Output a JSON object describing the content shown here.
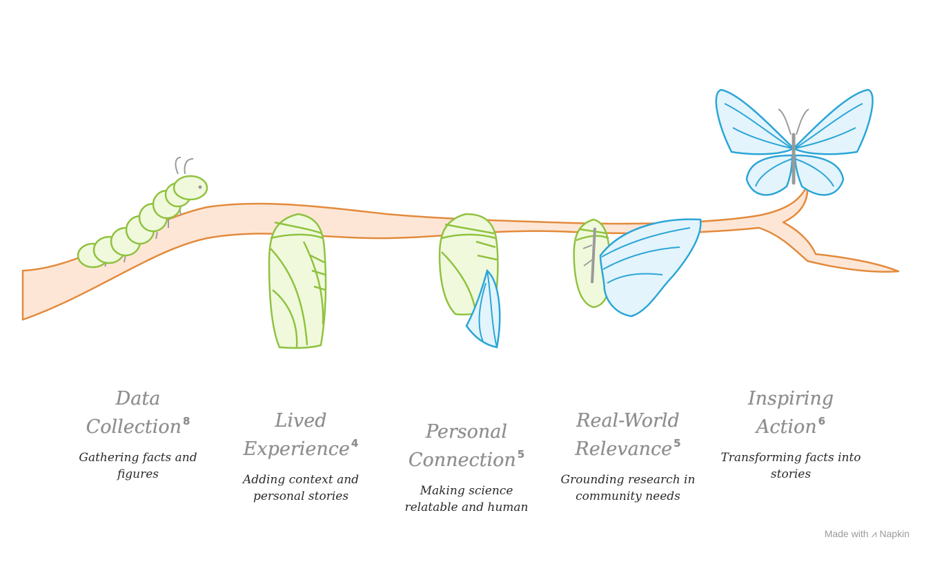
{
  "stages": [
    {
      "title_line1": "Data",
      "title_line2": "Collection",
      "number": "8",
      "desc_line1": "Gathering facts and",
      "desc_line2": "figures"
    },
    {
      "title_line1": "Lived",
      "title_line2": "Experience",
      "number": "4",
      "desc_line1": "Adding context and",
      "desc_line2": "personal stories"
    },
    {
      "title_line1": "Personal",
      "title_line2": "Connection",
      "number": "5",
      "desc_line1": "Making science",
      "desc_line2": "relatable and human"
    },
    {
      "title_line1": "Real-World",
      "title_line2": "Relevance",
      "number": "5",
      "desc_line1": "Grounding research in",
      "desc_line2": "community needs"
    },
    {
      "title_line1": "Inspiring",
      "title_line2": "Action",
      "number": "6",
      "desc_line1": "Transforming facts into",
      "desc_line2": "stories"
    }
  ],
  "footer": {
    "made_with": "Made with",
    "brand": "Napkin"
  },
  "colors": {
    "branch_fill": "#fde6d6",
    "branch_stroke": "#e38a3c",
    "green": "#8fc23f",
    "green_fill": "#f0f9dc",
    "blue": "#2aa5d6",
    "blue_fill": "#e3f4fc",
    "gray": "#9a9a9a"
  }
}
